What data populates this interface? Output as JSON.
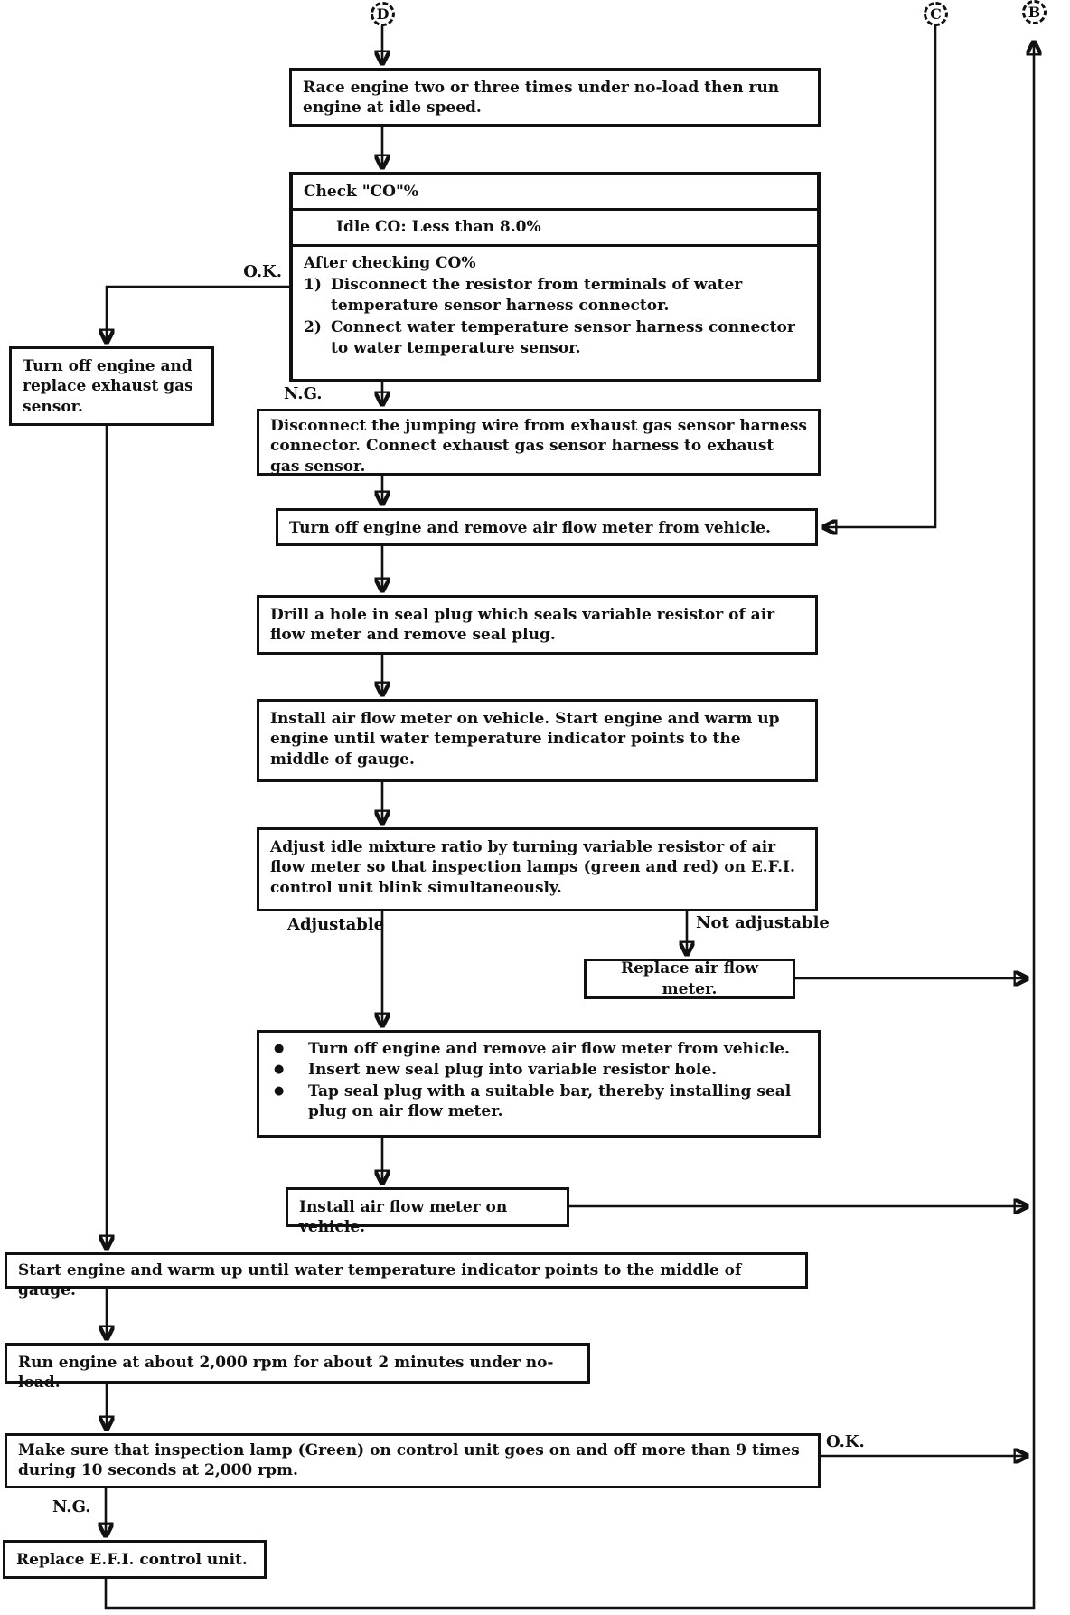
{
  "page": {
    "kind": "service-manual idle-mixture adjustment flowchart"
  },
  "colors": {
    "ink": "#111111",
    "paper": "#ffffff"
  },
  "glyphs": {
    "bullet": "●"
  },
  "connectors": {
    "d": "D",
    "c": "C",
    "b": "B"
  },
  "labels": {
    "ok_top": "O.K.",
    "ng_top": "N.G.",
    "adjustable": "Adjustable",
    "not_adjustable": "Not adjustable",
    "ok_bottom": "O.K.",
    "ng_bottom": "N.G."
  },
  "boxes": {
    "race": "Race engine two or three times under no-load then run engine at idle speed.",
    "check": {
      "title": "Check \"CO\"%",
      "spec": "Idle CO:  Less than 8.0%",
      "after": "After checking CO%",
      "steps": [
        {
          "num": "1)",
          "text": "Disconnect the resistor from terminals of water temperature sensor harness connector."
        },
        {
          "num": "2)",
          "text": "Connect water temperature sensor harness connector to water temperature sensor."
        }
      ]
    },
    "turnoff_replace": "Turn off engine and replace exhaust gas sensor.",
    "disconnect": "Disconnect the jumping wire from exhaust gas sensor harness connector. Connect exhaust gas sensor harness to exhaust gas sensor.",
    "turnoff_remove": "Turn off engine and remove air flow meter from vehicle.",
    "drill": "Drill a hole in seal plug which seals variable resistor of air flow meter and remove seal plug.",
    "install_warm": "Install air flow meter on vehicle. Start engine and warm up engine until water temperature indicator points to the middle of gauge.",
    "adjust": "Adjust idle mixture ratio by turning variable resistor of air flow meter so that inspection lamps (green and red) on E.F.I. control unit blink simultaneously.",
    "replace_afm": "Replace air flow meter.",
    "seal_bullets": [
      "Turn off engine and remove air flow meter from vehicle.",
      "Insert new seal plug into variable resistor hole.",
      "Tap seal plug with a suitable bar, thereby installing seal plug on air flow meter."
    ],
    "install_afm": "Install air flow meter on vehicle.",
    "start_warm": "Start engine and warm up until water temperature indicator points to the middle of gauge.",
    "run_2000": "Run engine at about 2,000 rpm for about 2 minutes under no-load.",
    "lamp_check": "Make sure that inspection lamp (Green) on control unit goes on and off more than 9 times during 10 seconds at 2,000 rpm.",
    "replace_efi": "Replace E.F.I. control unit."
  }
}
